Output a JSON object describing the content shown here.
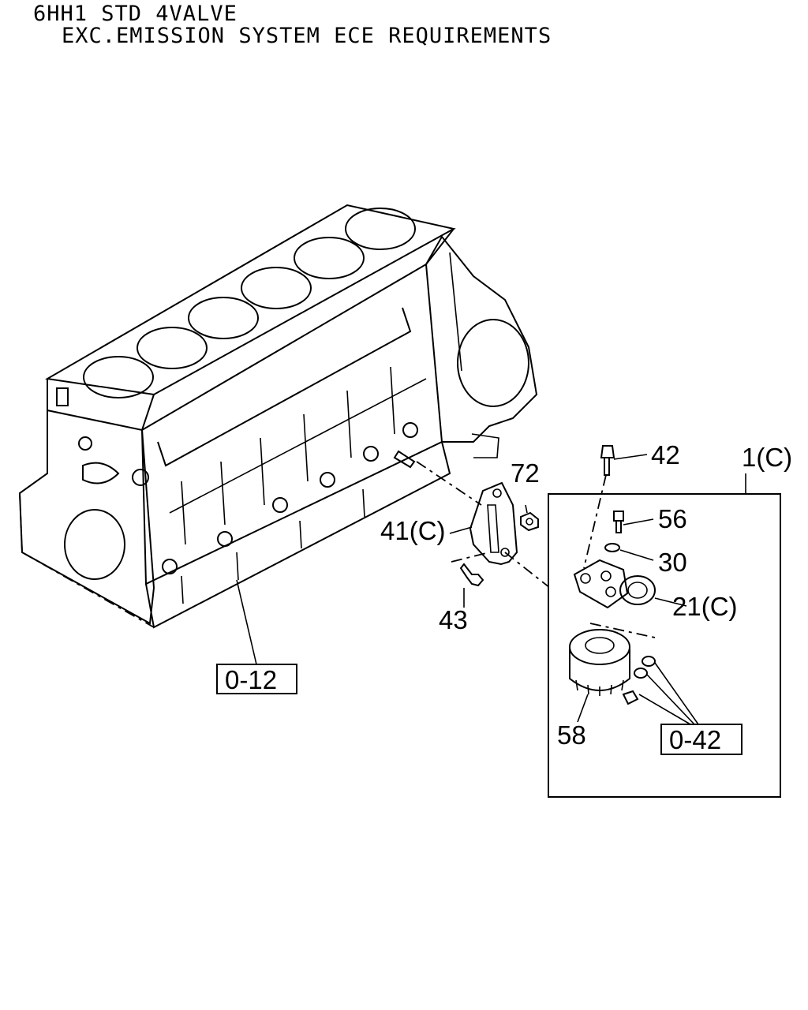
{
  "header": {
    "line1": "6HH1 STD 4VALVE",
    "line2": "EXC.EMISSION SYSTEM ECE REQUIREMENTS"
  },
  "callouts": {
    "c42": "42",
    "c1c": "1(C)",
    "c56": "56",
    "c30": "30",
    "c21c": "21(C)",
    "c72": "72",
    "c41c": "41(C)",
    "c43": "43",
    "c58": "58"
  },
  "references": {
    "ref_block": "0-12",
    "ref_hardware": "0-42"
  }
}
